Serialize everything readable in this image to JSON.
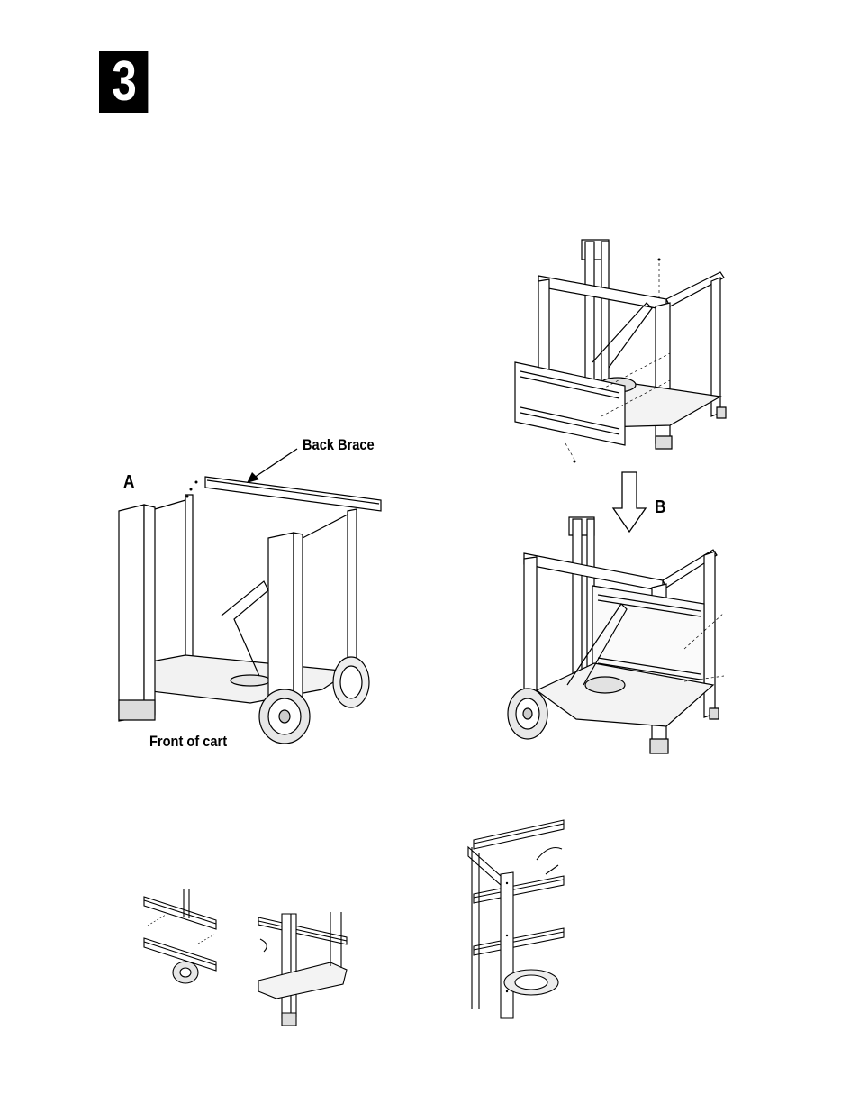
{
  "step": {
    "number": "3"
  },
  "figure_a": {
    "letter": "A",
    "callout": "Back Brace",
    "caption": "Front of cart"
  },
  "figure_b": {
    "letter": "B"
  },
  "colors": {
    "ink": "#000000",
    "paper": "#ffffff",
    "panel_grey": "#d9d9d9"
  }
}
